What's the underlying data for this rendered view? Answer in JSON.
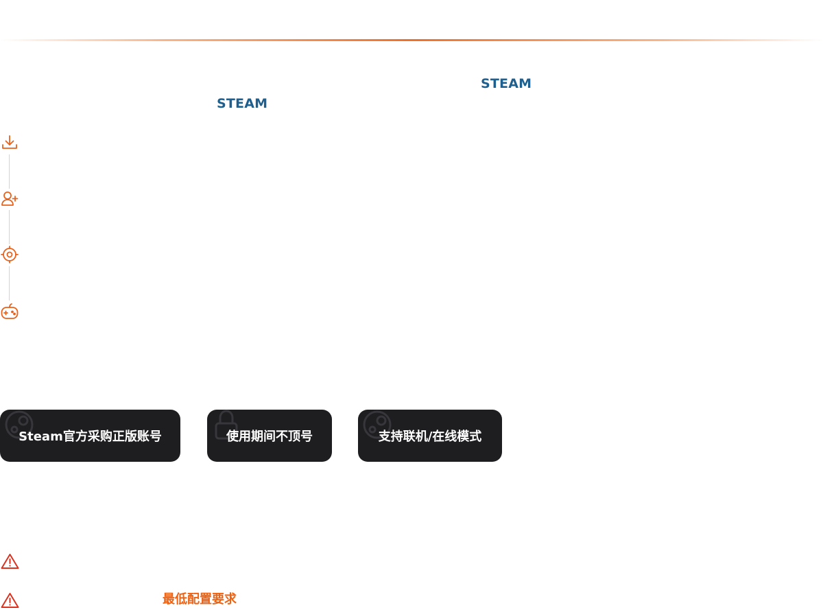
{
  "intro": {
    "steam_word_1": "STEAM",
    "steam_word_2": "STEAM"
  },
  "steps": [
    {
      "icon": "download-icon"
    },
    {
      "icon": "user-add-icon"
    },
    {
      "icon": "target-icon"
    },
    {
      "icon": "gamepad-icon"
    }
  ],
  "features": [
    {
      "label": "Steam官方采购正版账号",
      "icon": "steam-logo-icon"
    },
    {
      "label": "使用期间不顶号",
      "icon": "lock-icon"
    },
    {
      "label": "支持联机/在线模式",
      "icon": "steam-logo-icon"
    }
  ],
  "notices": {
    "min_config_label": "最低配置要求"
  },
  "colors": {
    "accent_orange": "#e8621c",
    "steam_blue": "#1d5f8e",
    "pill_bg": "#1e1e21",
    "warning_red": "#d9321f"
  }
}
